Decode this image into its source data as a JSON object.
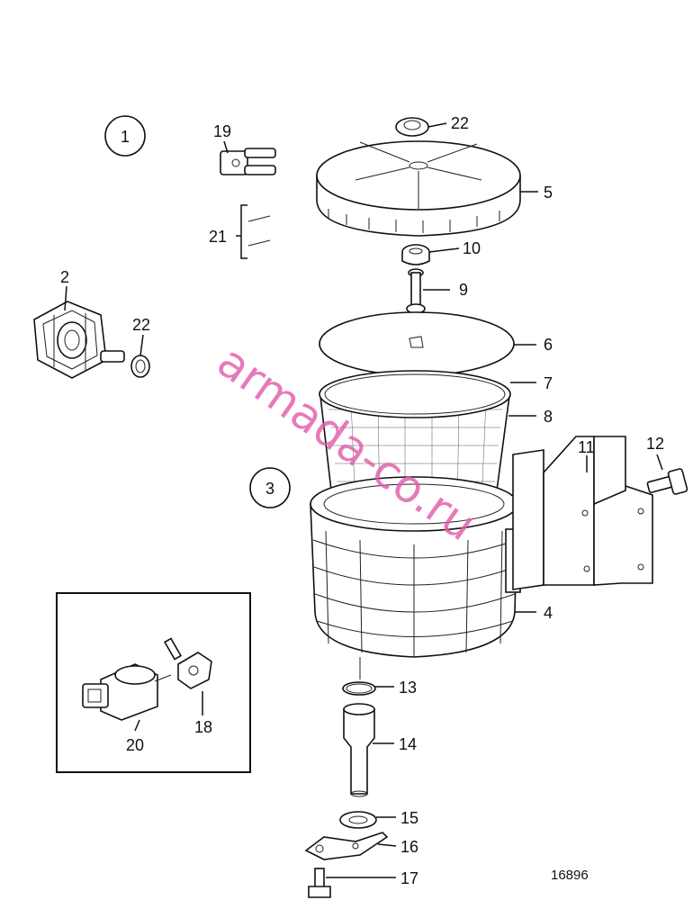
{
  "diagram": {
    "drawing_number": "16896",
    "watermark": "armada-co.ru",
    "view_markers": [
      "1",
      "3"
    ],
    "callouts": [
      {
        "id": "c22a",
        "label": "22"
      },
      {
        "id": "c5",
        "label": "5"
      },
      {
        "id": "c10",
        "label": "10"
      },
      {
        "id": "c9",
        "label": "9"
      },
      {
        "id": "c6",
        "label": "6"
      },
      {
        "id": "c7",
        "label": "7"
      },
      {
        "id": "c8",
        "label": "8"
      },
      {
        "id": "c11",
        "label": "11"
      },
      {
        "id": "c12",
        "label": "12"
      },
      {
        "id": "c4",
        "label": "4"
      },
      {
        "id": "c13",
        "label": "13"
      },
      {
        "id": "c14",
        "label": "14"
      },
      {
        "id": "c15",
        "label": "15"
      },
      {
        "id": "c16",
        "label": "16"
      },
      {
        "id": "c17",
        "label": "17"
      },
      {
        "id": "c19",
        "label": "19"
      },
      {
        "id": "c21",
        "label": "21"
      },
      {
        "id": "c2",
        "label": "2"
      },
      {
        "id": "c22b",
        "label": "22"
      },
      {
        "id": "c18",
        "label": "18"
      },
      {
        "id": "c20",
        "label": "20"
      }
    ],
    "colors": {
      "line": "#111111",
      "watermark": "#e05aa8",
      "background": "#ffffff"
    }
  }
}
